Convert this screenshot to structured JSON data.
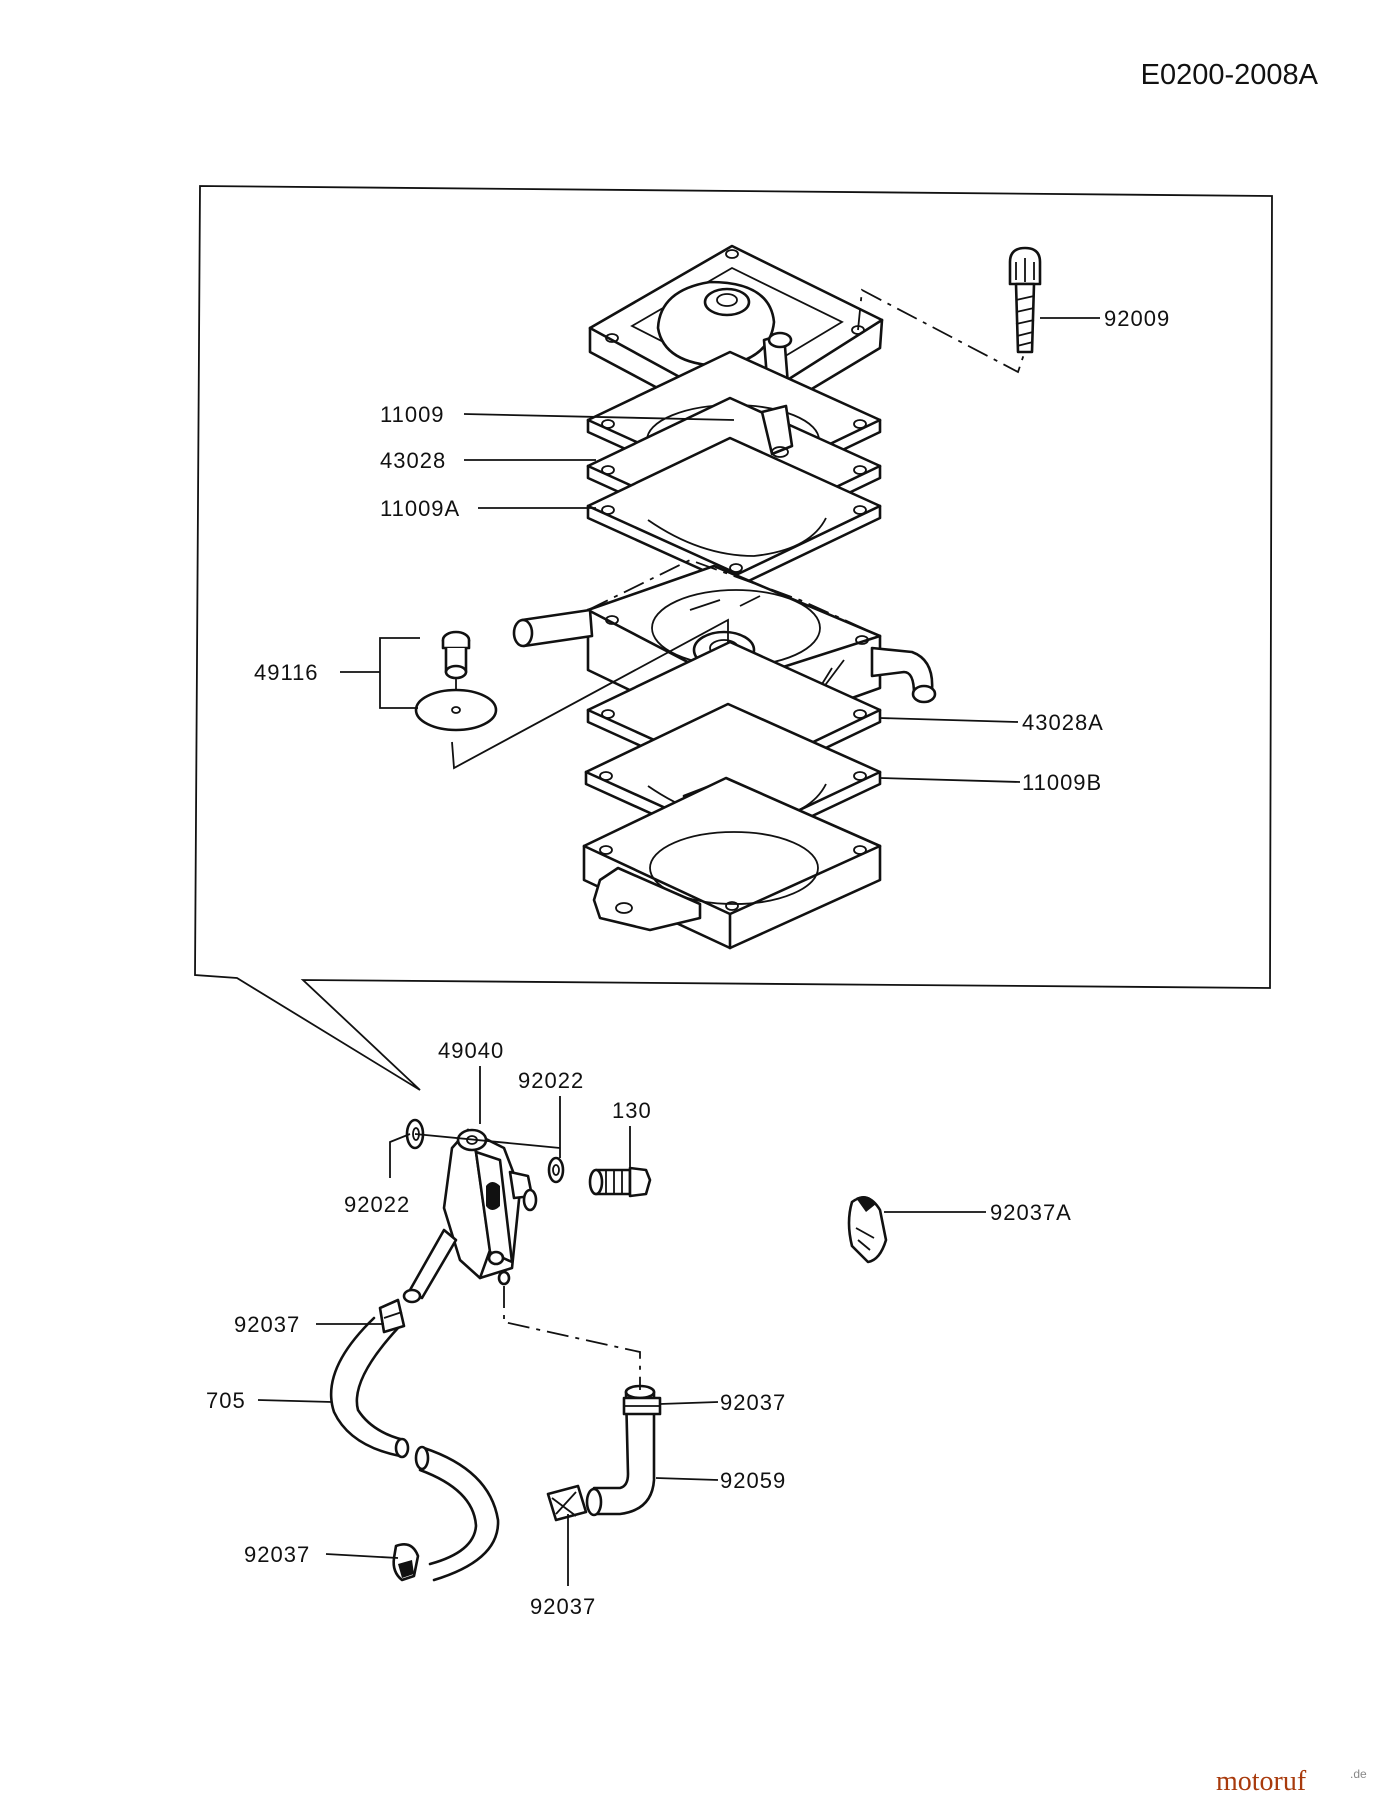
{
  "diagram_code": "E0200-2008A",
  "parts": {
    "bolt_top": "92009",
    "cover_gasket": "11009",
    "diaphragm_upper": "43028",
    "gasket_upper": "11009A",
    "valve": "49116",
    "diaphragm_lower": "43028A",
    "gasket_lower": "11009B",
    "fuel_pump_assy": "49040",
    "washer_right": "92022",
    "bolt_130": "130",
    "washer_left": "92022",
    "clamp_a": "92037A",
    "clamp_hose_top_left": "92037",
    "hose_705": "705",
    "clamp_hose_bottom_left": "92037",
    "clamp_hose_right_top": "92037",
    "hose_92059": "92059",
    "clamp_hose_right_bottom": "92037"
  },
  "watermark": {
    "brand": "motoruf",
    "suffix": ".de"
  }
}
